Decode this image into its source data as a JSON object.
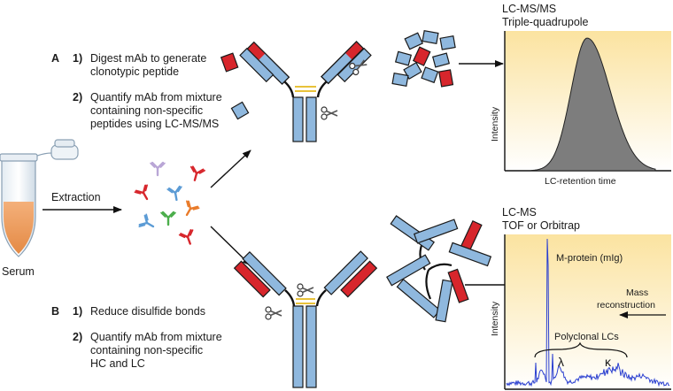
{
  "labels": {
    "serum": "Serum",
    "extraction": "Extraction",
    "section_a": "A",
    "a_step1_num": "1)",
    "a_step1_line1": "Digest mAb to generate",
    "a_step1_line2": "clonotypic peptide",
    "a_step2_num": "2)",
    "a_step2_line1": "Quantify mAb from mixture",
    "a_step2_line2": "containing non-specific",
    "a_step2_line3": "peptides using LC-MS/MS",
    "section_b": "B",
    "b_step1_num": "1)",
    "b_step1_line1": "Reduce disulfide bonds",
    "b_step2_num": "2)",
    "b_step2_line1": "Quantify mAb from mixture",
    "b_step2_line2": "containing non-specific",
    "b_step2_line3": "HC and LC"
  },
  "chart_top": {
    "title_line1": "LC-MS/MS",
    "title_line2": "Triple-quadrupole",
    "ylabel": "Intensity",
    "xlabel": "LC-retention time"
  },
  "chart_bottom": {
    "title_line1": "LC-MS",
    "title_line2": "TOF or Orbitrap",
    "ylabel": "Intensity",
    "annotation_mprotein": "M-protein (mIg)",
    "annotation_mass_line1": "Mass",
    "annotation_mass_line2": "reconstruction",
    "annotation_polyclonal": "Polyclonal LCs",
    "lambda": "λ",
    "kappa": "κ"
  },
  "colors": {
    "heavy_chain": "#8fb8de",
    "light_chain_red": "#d7262c",
    "serum_liquid": "#f0a060",
    "chart_gradient_top": "#fbe3a0",
    "chart_gradient_bottom": "#ffffff",
    "peak_fill": "#7d7d7d",
    "spectrum_line": "#2a3fd0"
  },
  "icons": [
    "tube-icon",
    "antibody-icon",
    "scissors-icon",
    "peptide-icon"
  ]
}
